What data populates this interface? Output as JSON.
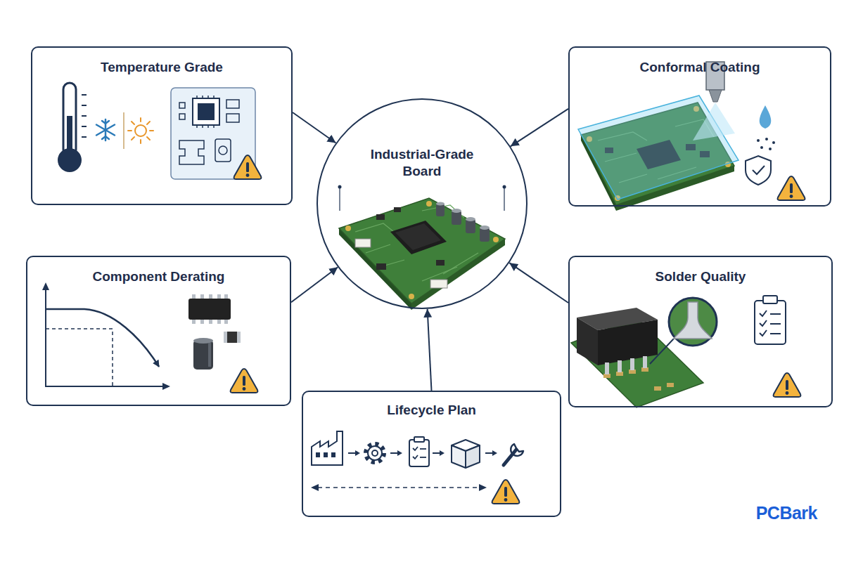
{
  "diagram": {
    "nodes": [
      {
        "text": [
          "Temperature Grade"
        ]
      },
      {
        "text": [
          "Conformal Coating"
        ]
      },
      {
        "text": [
          "Industrial-Grade Board"
        ]
      },
      {
        "text": [
          "Component Derating"
        ]
      },
      {
        "text": [
          "Solder Quality"
        ]
      },
      {
        "text": [
          "Lifecycle Plan"
        ]
      }
    ],
    "edges": [
      {
        "from": 0,
        "to": 2,
        "arrow": "to"
      },
      {
        "from": 1,
        "to": 2,
        "arrow": "to"
      },
      {
        "from": 3,
        "to": 2,
        "arrow": "to"
      },
      {
        "from": 4,
        "to": 2,
        "arrow": "to"
      },
      {
        "from": 5,
        "to": 2,
        "arrow": "to"
      }
    ],
    "labels": [
      "PCBark"
    ]
  }
}
